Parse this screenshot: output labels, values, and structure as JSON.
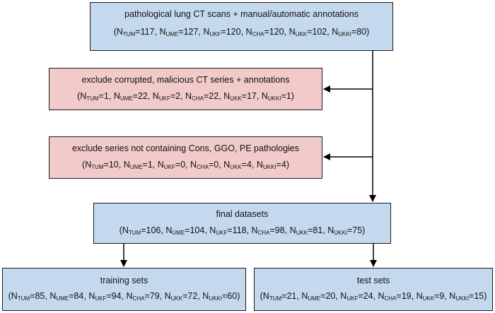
{
  "colors": {
    "blue_fill": "#c5d9ee",
    "red_fill": "#f3caca",
    "line": "#000000"
  },
  "nodes": {
    "source": {
      "title": "pathological lung CT scans + manual/automatic annotations",
      "counts": [
        {
          "label": "N",
          "sub": "TUM",
          "value": "117"
        },
        {
          "label": "N",
          "sub": "UME",
          "value": "127"
        },
        {
          "label": "N",
          "sub": "UKF",
          "value": "120"
        },
        {
          "label": "N",
          "sub": "CHA",
          "value": "120"
        },
        {
          "label": "N",
          "sub": "UKK",
          "value": "102"
        },
        {
          "label": "N",
          "sub": "UKKI",
          "value": "80"
        }
      ]
    },
    "exclude_corrupted": {
      "title": "exclude corrupted, malicious CT series + annotations",
      "counts": [
        {
          "label": "N",
          "sub": "TUM",
          "value": "1"
        },
        {
          "label": "N",
          "sub": "UME",
          "value": "22"
        },
        {
          "label": "N",
          "sub": "UKF",
          "value": "2"
        },
        {
          "label": "N",
          "sub": "CHA",
          "value": "22"
        },
        {
          "label": "N",
          "sub": "UKK",
          "value": "17"
        },
        {
          "label": "N",
          "sub": "UKKI",
          "value": "1"
        }
      ]
    },
    "exclude_pathologies": {
      "title": "exclude series not containing Cons, GGO, PE pathologies",
      "counts": [
        {
          "label": "N",
          "sub": "TUM",
          "value": "10"
        },
        {
          "label": "N",
          "sub": "UME",
          "value": "1"
        },
        {
          "label": "N",
          "sub": "UKF",
          "value": "0"
        },
        {
          "label": "N",
          "sub": "CHA",
          "value": "0"
        },
        {
          "label": "N",
          "sub": "UKK",
          "value": "4"
        },
        {
          "label": "N",
          "sub": "UKKI",
          "value": "4"
        }
      ]
    },
    "final": {
      "title": "final datasets",
      "counts": [
        {
          "label": "N",
          "sub": "TUM",
          "value": "106"
        },
        {
          "label": "N",
          "sub": "UME",
          "value": "104"
        },
        {
          "label": "N",
          "sub": "UKF",
          "value": "118"
        },
        {
          "label": "N",
          "sub": "CHA",
          "value": "98"
        },
        {
          "label": "N",
          "sub": "UKK",
          "value": "81"
        },
        {
          "label": "N",
          "sub": "UKKI",
          "value": "75"
        }
      ]
    },
    "training": {
      "title": "training sets",
      "counts": [
        {
          "label": "N",
          "sub": "TUM",
          "value": "85"
        },
        {
          "label": "N",
          "sub": "UME",
          "value": "84"
        },
        {
          "label": "N",
          "sub": "UKF",
          "value": "94"
        },
        {
          "label": "N",
          "sub": "CHA",
          "value": "79"
        },
        {
          "label": "N",
          "sub": "UKK",
          "value": "72"
        },
        {
          "label": "N",
          "sub": "UKKI",
          "value": "60"
        }
      ]
    },
    "test": {
      "title": "test sets",
      "counts": [
        {
          "label": "N",
          "sub": "TUM",
          "value": "21"
        },
        {
          "label": "N",
          "sub": "UME",
          "value": "20"
        },
        {
          "label": "N",
          "sub": "UKF",
          "value": "24"
        },
        {
          "label": "N",
          "sub": "CHA",
          "value": "19"
        },
        {
          "label": "N",
          "sub": "UKK",
          "value": "9"
        },
        {
          "label": "N",
          "sub": "UKKI",
          "value": "15"
        }
      ]
    }
  },
  "edges": [
    {
      "from": "source",
      "to": "exclude_corrupted"
    },
    {
      "from": "source",
      "to": "exclude_pathologies"
    },
    {
      "from": "source",
      "to": "final"
    },
    {
      "from": "final",
      "to": "training"
    },
    {
      "from": "final",
      "to": "test"
    }
  ]
}
